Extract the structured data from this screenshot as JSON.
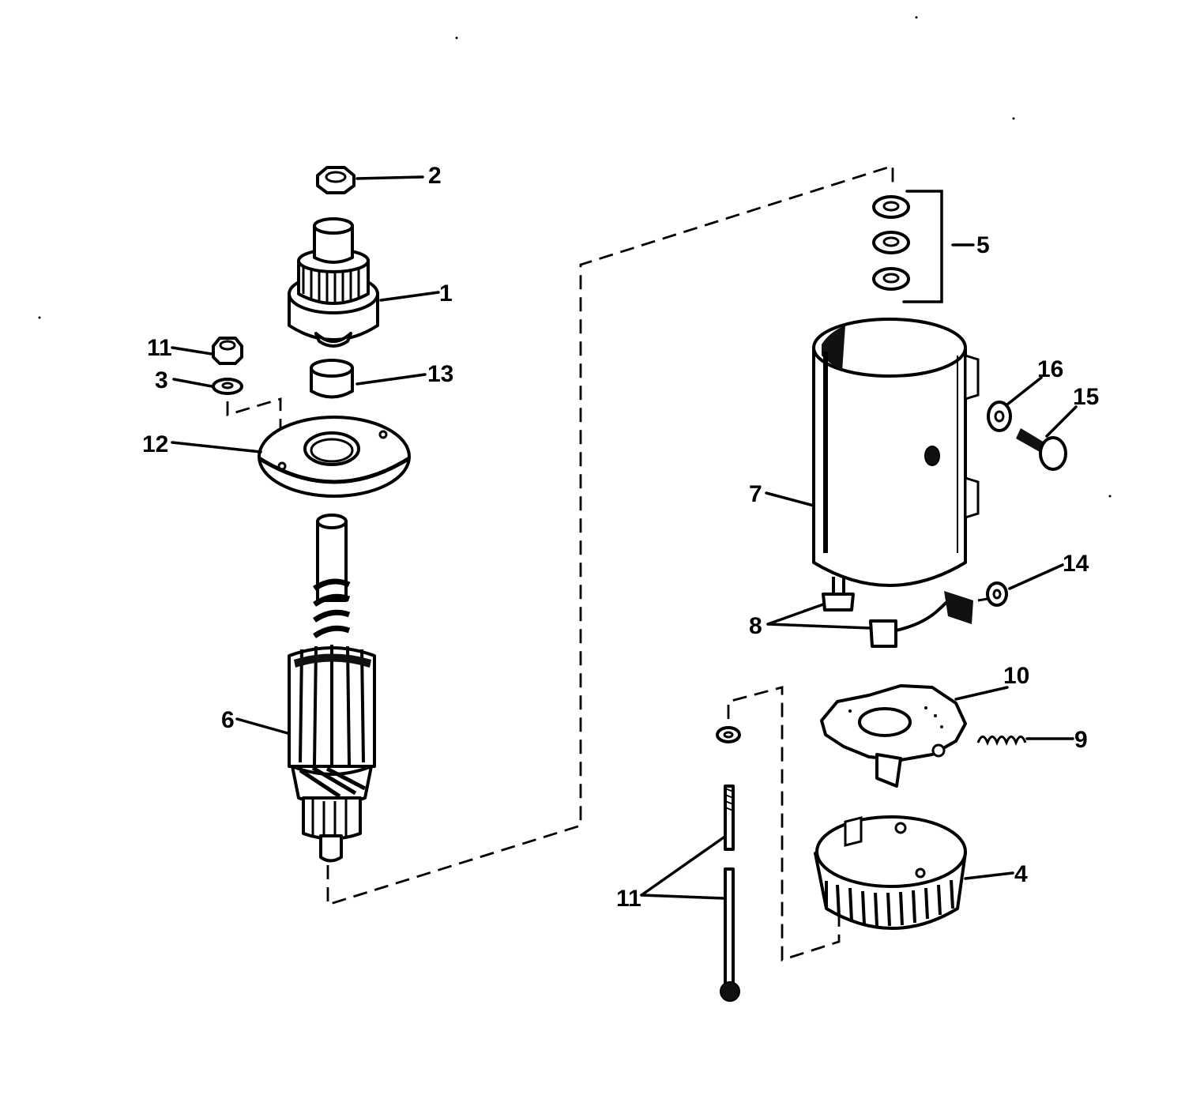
{
  "diagram": {
    "callouts": [
      {
        "id": "c1",
        "label": "1",
        "part": "drive-pinion"
      },
      {
        "id": "c2",
        "label": "2",
        "part": "pinion-nut"
      },
      {
        "id": "c3",
        "label": "3",
        "part": "lock-washer"
      },
      {
        "id": "c4",
        "label": "4",
        "part": "end-cap"
      },
      {
        "id": "c5",
        "label": "5",
        "part": "thrust-washers"
      },
      {
        "id": "c6",
        "label": "6",
        "part": "armature"
      },
      {
        "id": "c7",
        "label": "7",
        "part": "frame-housing"
      },
      {
        "id": "c8",
        "label": "8",
        "part": "brushes"
      },
      {
        "id": "c9",
        "label": "9",
        "part": "brush-spring"
      },
      {
        "id": "c10",
        "label": "10",
        "part": "brush-plate"
      },
      {
        "id": "c11a",
        "label": "11",
        "part": "nut"
      },
      {
        "id": "c11b",
        "label": "11",
        "part": "thru-bolts"
      },
      {
        "id": "c12",
        "label": "12",
        "part": "drive-end-plate"
      },
      {
        "id": "c13",
        "label": "13",
        "part": "spacer"
      },
      {
        "id": "c14",
        "label": "14",
        "part": "terminal-nut"
      },
      {
        "id": "c15",
        "label": "15",
        "part": "screw"
      },
      {
        "id": "c16",
        "label": "16",
        "part": "washer"
      }
    ]
  }
}
